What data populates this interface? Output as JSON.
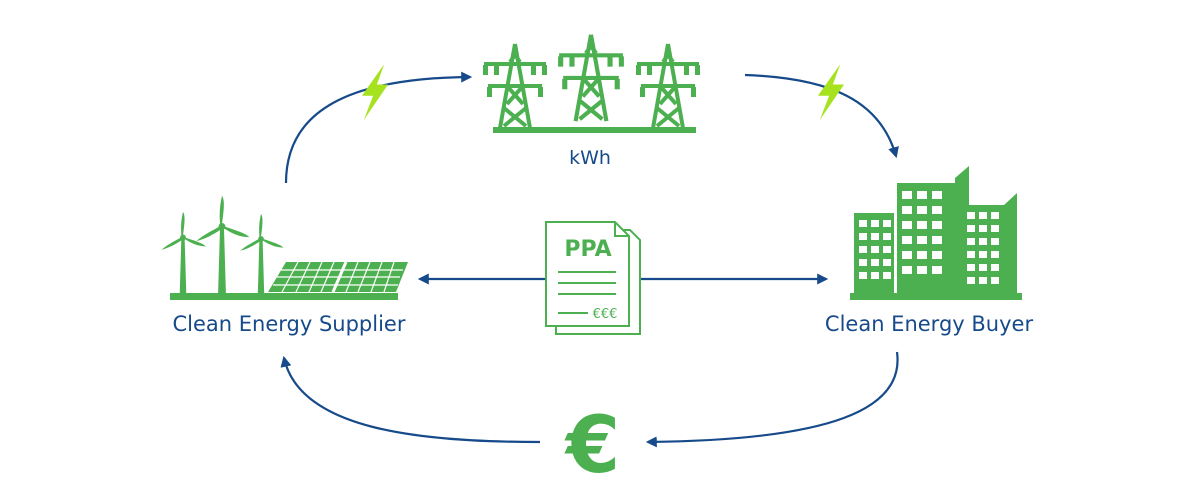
{
  "labels": {
    "grid": "kWh",
    "supplier": "Clean Energy Supplier",
    "buyer": "Clean Energy Buyer"
  },
  "document": {
    "title": "PPA",
    "amount": "€€€"
  },
  "payment_symbol": "€",
  "colors": {
    "green": "#4cb050",
    "lightning": "#a6e21e",
    "arrow": "#164a8a",
    "label": "#164a8a"
  }
}
